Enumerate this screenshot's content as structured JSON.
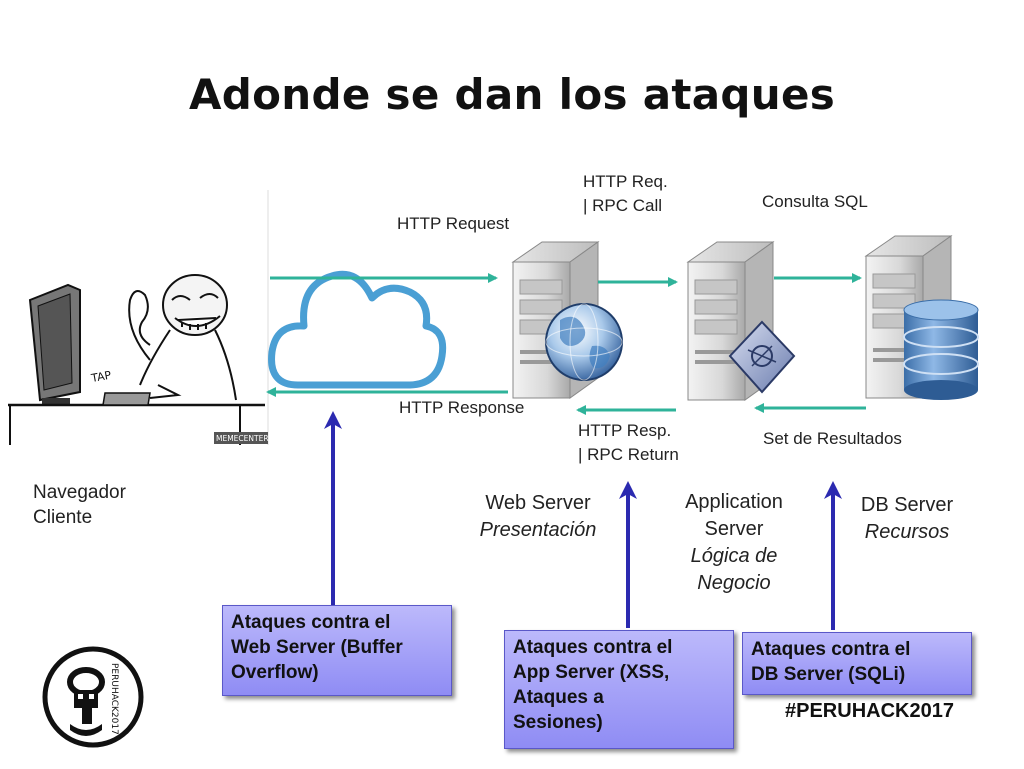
{
  "title": "Adonde se dan los ataques",
  "flow_labels": {
    "http_request": "HTTP Request",
    "http_req_line1": "HTTP Req.",
    "http_req_line2": "| RPC Call",
    "consulta_sql": "Consulta SQL",
    "http_response": "HTTP Response",
    "http_resp_line1": "HTTP Resp.",
    "http_resp_line2": "| RPC Return",
    "set_resultados": "Set de Resultados"
  },
  "client": {
    "line1": "Navegador",
    "line2": "Cliente",
    "image_text_tap": "TAP",
    "image_credit": "MEMECENTER.COM"
  },
  "tiers": {
    "web": {
      "name": "Web Server",
      "role": "Presentación"
    },
    "app": {
      "name_line1": "Application",
      "name_line2": "Server",
      "role_line1": "Lógica de",
      "role_line2": "Negocio"
    },
    "db": {
      "name": "DB Server",
      "role": "Recursos"
    }
  },
  "attacks": {
    "web": {
      "line1": "Ataques contra el",
      "line2": "Web Server (Buffer",
      "line3": "Overflow)"
    },
    "app": {
      "line1": "Ataques contra el",
      "line2": "App Server (XSS,",
      "line3": "Ataques a",
      "line4": "Sesiones)"
    },
    "db": {
      "line1": "Ataques contra el",
      "line2": "DB Server (SQLi)"
    }
  },
  "logo": {
    "text": "PERUHACK2017"
  },
  "hashtag": "#PERUHACK2017",
  "colors": {
    "flow_arrow": "#2fb39a",
    "attack_arrow": "#2b2ab0",
    "cloud": "#4a9fd4",
    "attack_box": "#a9a6f8"
  },
  "icons": [
    "cloud-icon",
    "server-icon",
    "globe-icon",
    "gear-diamond-icon",
    "database-icon"
  ]
}
